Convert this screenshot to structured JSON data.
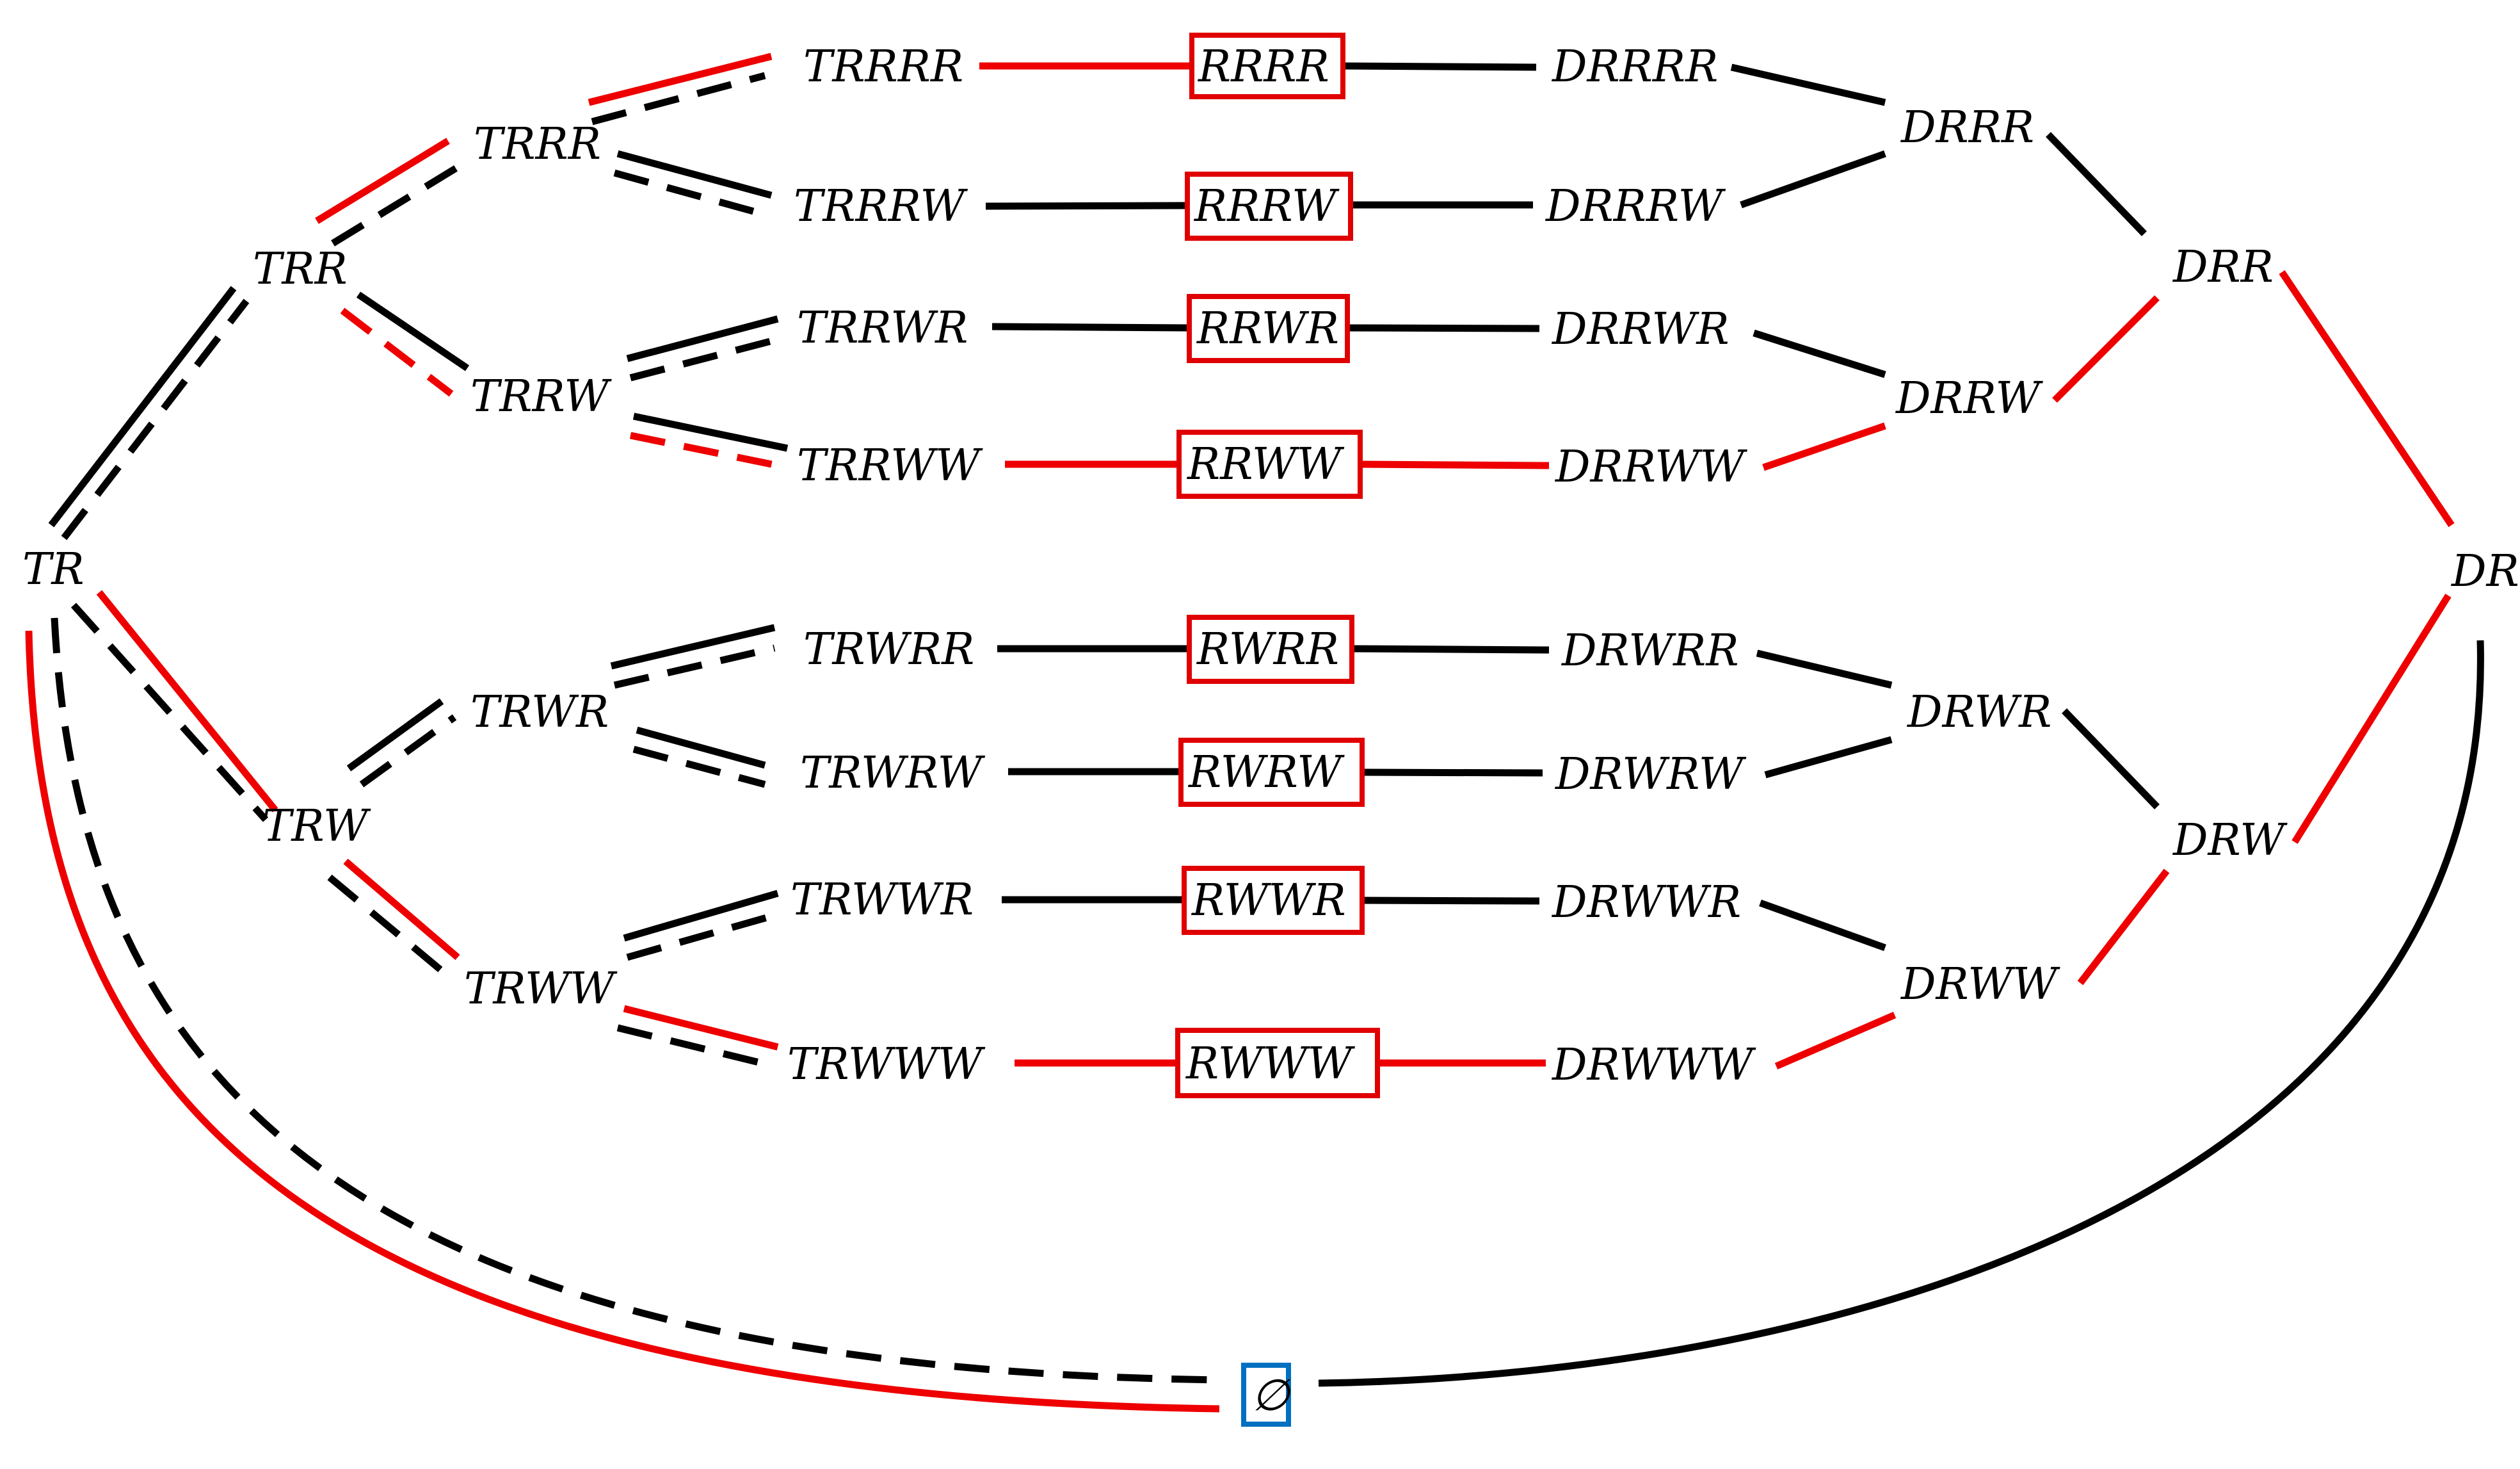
{
  "colors": {
    "red": "#ee0000",
    "black": "#000000",
    "box_red": "#e00000",
    "box_blue": "#0070c0"
  },
  "nodes": {
    "TR": "TR",
    "TRR": "TRR",
    "TRRR": "TRRR",
    "TRRW": "TRRW",
    "TRW": "TRW",
    "TRWR": "TRWR",
    "TRWW": "TRWW",
    "TRRRR": "TRRRR",
    "TRRRW": "TRRRW",
    "TRRWR": "TRRWR",
    "TRRWW": "TRRWW",
    "TRWRR": "TRWRR",
    "TRWRW": "TRWRW",
    "TRWWR": "TRWWR",
    "TRWWW": "TRWWW",
    "RRRR": "RRRR",
    "RRRW": "RRRW",
    "RRWR": "RRWR",
    "RRWW": "RRWW",
    "RWRR": "RWRR",
    "RWRW": "RWRW",
    "RWWR": "RWWR",
    "RWWW": "RWWW",
    "DRRRR": "DRRRR",
    "DRRRW": "DRRRW",
    "DRRWR": "DRRWR",
    "DRRWW": "DRRWW",
    "DRWRR": "DRWRR",
    "DRWRW": "DRWRW",
    "DRWWR": "DRWWR",
    "DRWWW": "DRWWW",
    "DRRR": "DRRR",
    "DRRW": "DRRW",
    "DRWR": "DRWR",
    "DRWW": "DRWW",
    "DRR": "DRR",
    "DRW": "DRW",
    "DR": "DR",
    "EMPTY": "∅"
  },
  "edges": [
    {
      "from": "TR",
      "to": "TRR",
      "style": "solid",
      "color": "black"
    },
    {
      "from": "TR",
      "to": "TRR",
      "style": "dashed",
      "color": "black"
    },
    {
      "from": "TR",
      "to": "TRW",
      "style": "solid",
      "color": "red"
    },
    {
      "from": "TR",
      "to": "TRW",
      "style": "dashed",
      "color": "black"
    },
    {
      "from": "TR",
      "to": "EMPTY",
      "style": "solid",
      "color": "red"
    },
    {
      "from": "TR",
      "to": "EMPTY",
      "style": "dashed",
      "color": "black"
    },
    {
      "from": "TRR",
      "to": "TRRR",
      "style": "solid",
      "color": "red"
    },
    {
      "from": "TRR",
      "to": "TRRR",
      "style": "dashed",
      "color": "black"
    },
    {
      "from": "TRR",
      "to": "TRRW",
      "style": "solid",
      "color": "black"
    },
    {
      "from": "TRR",
      "to": "TRRW",
      "style": "dashed",
      "color": "red"
    },
    {
      "from": "TRRR",
      "to": "TRRRR",
      "style": "solid",
      "color": "red"
    },
    {
      "from": "TRRR",
      "to": "TRRRR",
      "style": "dashed",
      "color": "black"
    },
    {
      "from": "TRRR",
      "to": "TRRRW",
      "style": "solid",
      "color": "black"
    },
    {
      "from": "TRRR",
      "to": "TRRRW",
      "style": "dashed",
      "color": "black"
    },
    {
      "from": "TRRW",
      "to": "TRRWR",
      "style": "solid",
      "color": "black"
    },
    {
      "from": "TRRW",
      "to": "TRRWR",
      "style": "dashed",
      "color": "black"
    },
    {
      "from": "TRRW",
      "to": "TRRWW",
      "style": "solid",
      "color": "black"
    },
    {
      "from": "TRRW",
      "to": "TRRWW",
      "style": "dashed",
      "color": "red"
    },
    {
      "from": "TRW",
      "to": "TRWR",
      "style": "solid",
      "color": "black"
    },
    {
      "from": "TRW",
      "to": "TRWR",
      "style": "dashed",
      "color": "black"
    },
    {
      "from": "TRW",
      "to": "TRWW",
      "style": "solid",
      "color": "red"
    },
    {
      "from": "TRW",
      "to": "TRWW",
      "style": "dashed",
      "color": "black"
    },
    {
      "from": "TRWR",
      "to": "TRWRR",
      "style": "solid",
      "color": "black"
    },
    {
      "from": "TRWR",
      "to": "TRWRR",
      "style": "dashed",
      "color": "black"
    },
    {
      "from": "TRWR",
      "to": "TRWRW",
      "style": "solid",
      "color": "black"
    },
    {
      "from": "TRWR",
      "to": "TRWRW",
      "style": "dashed",
      "color": "black"
    },
    {
      "from": "TRWW",
      "to": "TRWWR",
      "style": "solid",
      "color": "black"
    },
    {
      "from": "TRWW",
      "to": "TRWWR",
      "style": "dashed",
      "color": "black"
    },
    {
      "from": "TRWW",
      "to": "TRWWW",
      "style": "solid",
      "color": "red"
    },
    {
      "from": "TRWW",
      "to": "TRWWW",
      "style": "dashed",
      "color": "black"
    },
    {
      "from": "TRRRR",
      "to": "RRRR",
      "style": "solid",
      "color": "red"
    },
    {
      "from": "RRRR",
      "to": "DRRRR",
      "style": "solid",
      "color": "black"
    },
    {
      "from": "TRRRW",
      "to": "RRRW",
      "style": "solid",
      "color": "black"
    },
    {
      "from": "RRRW",
      "to": "DRRRW",
      "style": "solid",
      "color": "black"
    },
    {
      "from": "TRRWR",
      "to": "RRWR",
      "style": "solid",
      "color": "black"
    },
    {
      "from": "RRWR",
      "to": "DRRWR",
      "style": "solid",
      "color": "black"
    },
    {
      "from": "TRRWW",
      "to": "RRWW",
      "style": "solid",
      "color": "red"
    },
    {
      "from": "RRWW",
      "to": "DRRWW",
      "style": "solid",
      "color": "red"
    },
    {
      "from": "TRWRR",
      "to": "RWRR",
      "style": "solid",
      "color": "black"
    },
    {
      "from": "RWRR",
      "to": "DRWRR",
      "style": "solid",
      "color": "black"
    },
    {
      "from": "TRWRW",
      "to": "RWRW",
      "style": "solid",
      "color": "black"
    },
    {
      "from": "RWRW",
      "to": "DRWRW",
      "style": "solid",
      "color": "black"
    },
    {
      "from": "TRWWR",
      "to": "RWWR",
      "style": "solid",
      "color": "black"
    },
    {
      "from": "RWWR",
      "to": "DRWWR",
      "style": "solid",
      "color": "black"
    },
    {
      "from": "TRWWW",
      "to": "RWWW",
      "style": "solid",
      "color": "red"
    },
    {
      "from": "RWWW",
      "to": "DRWWW",
      "style": "solid",
      "color": "red"
    },
    {
      "from": "DRRRR",
      "to": "DRRR",
      "style": "solid",
      "color": "black"
    },
    {
      "from": "DRRRW",
      "to": "DRRR",
      "style": "solid",
      "color": "black"
    },
    {
      "from": "DRRWR",
      "to": "DRRW",
      "style": "solid",
      "color": "black"
    },
    {
      "from": "DRRWW",
      "to": "DRRW",
      "style": "solid",
      "color": "red"
    },
    {
      "from": "DRWRR",
      "to": "DRWR",
      "style": "solid",
      "color": "black"
    },
    {
      "from": "DRWRW",
      "to": "DRWR",
      "style": "solid",
      "color": "black"
    },
    {
      "from": "DRWWR",
      "to": "DRWW",
      "style": "solid",
      "color": "black"
    },
    {
      "from": "DRWWW",
      "to": "DRWW",
      "style": "solid",
      "color": "red"
    },
    {
      "from": "DRRR",
      "to": "DRR",
      "style": "solid",
      "color": "black"
    },
    {
      "from": "DRRW",
      "to": "DRR",
      "style": "solid",
      "color": "red"
    },
    {
      "from": "DRWR",
      "to": "DRW",
      "style": "solid",
      "color": "black"
    },
    {
      "from": "DRWW",
      "to": "DRW",
      "style": "solid",
      "color": "red"
    },
    {
      "from": "DRR",
      "to": "DR",
      "style": "solid",
      "color": "red"
    },
    {
      "from": "DRW",
      "to": "DR",
      "style": "solid",
      "color": "red"
    },
    {
      "from": "DR",
      "to": "EMPTY",
      "style": "solid",
      "color": "black"
    }
  ]
}
